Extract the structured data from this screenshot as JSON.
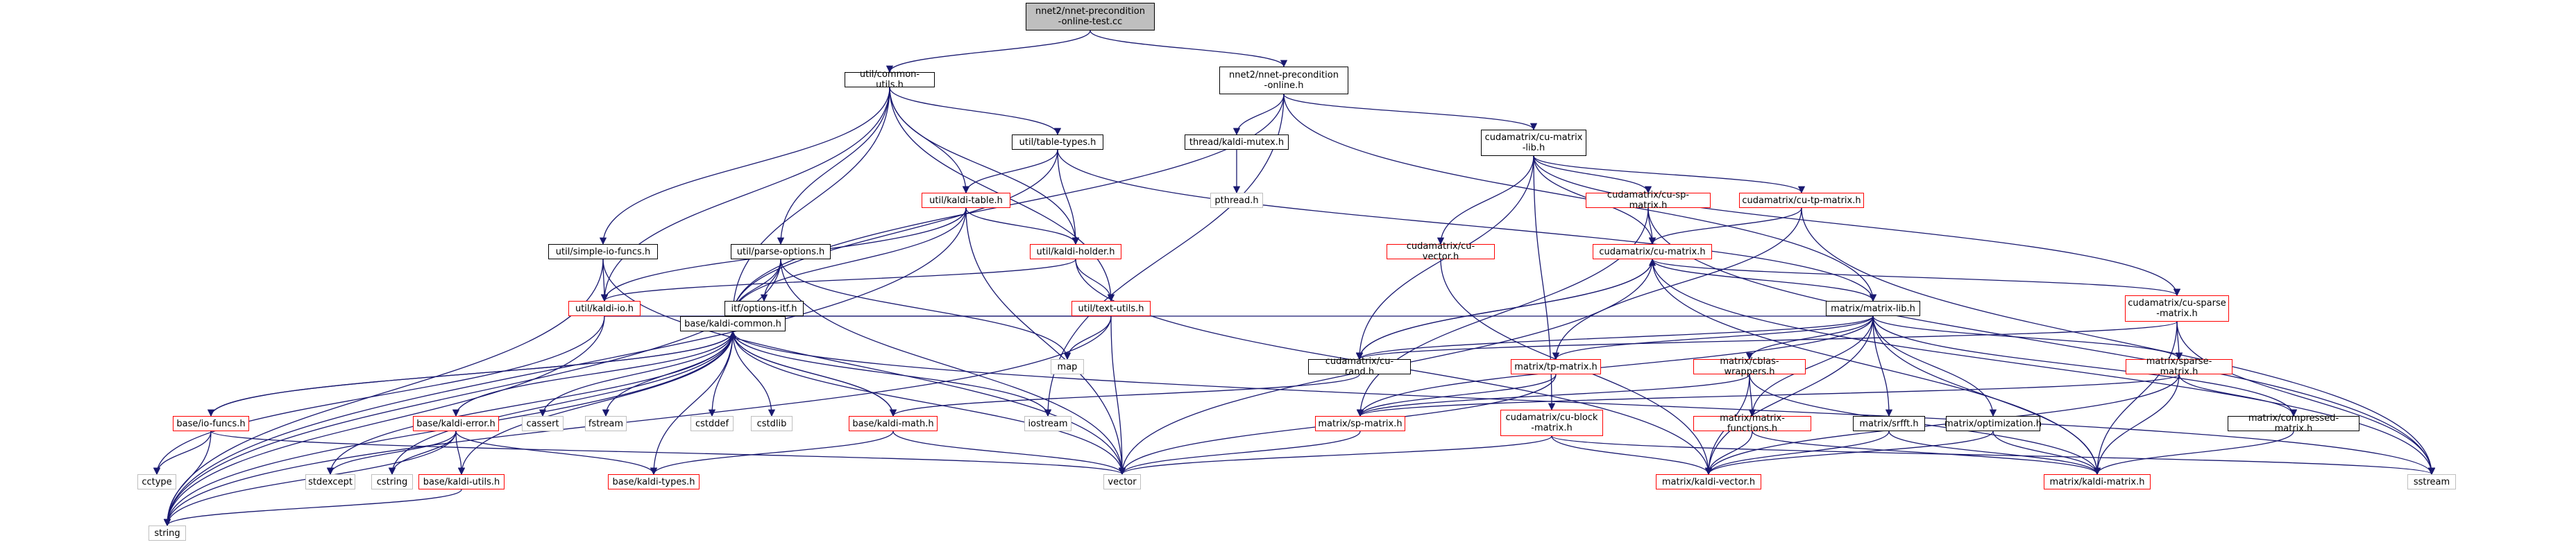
{
  "colors": {
    "edge": "#191970",
    "edge_alt": "#000080",
    "node_border": "#000000",
    "node_border_missing": "#ff0000",
    "node_border_system": "#bfbfbf",
    "root_fill": "#bfbfbf",
    "background": "#ffffff"
  },
  "nodes": [
    {
      "id": "root",
      "label": "nnet2/nnet-precondition\n-online-test.cc",
      "style": "root"
    },
    {
      "id": "cu",
      "label": "util/common-utils.h",
      "style": "normal"
    },
    {
      "id": "npo",
      "label": "nnet2/nnet-precondition\n-online.h",
      "style": "normal"
    },
    {
      "id": "tt",
      "label": "util/table-types.h",
      "style": "normal"
    },
    {
      "id": "kmutex",
      "label": "thread/kaldi-mutex.h",
      "style": "normal"
    },
    {
      "id": "cml",
      "label": "cudamatrix/cu-matrix\n-lib.h",
      "style": "normal"
    },
    {
      "id": "pthread",
      "label": "pthread.h",
      "style": "system"
    },
    {
      "id": "ktable",
      "label": "util/kaldi-table.h",
      "style": "missing"
    },
    {
      "id": "sif",
      "label": "util/simple-io-funcs.h",
      "style": "normal"
    },
    {
      "id": "po",
      "label": "util/parse-options.h",
      "style": "normal"
    },
    {
      "id": "kholder",
      "label": "util/kaldi-holder.h",
      "style": "missing"
    },
    {
      "id": "cuvec",
      "label": "cudamatrix/cu-vector.h",
      "style": "missing"
    },
    {
      "id": "cusp",
      "label": "cudamatrix/cu-sp-matrix.h",
      "style": "missing"
    },
    {
      "id": "cutp",
      "label": "cudamatrix/cu-tp-matrix.h",
      "style": "missing"
    },
    {
      "id": "cumat",
      "label": "cudamatrix/cu-matrix.h",
      "style": "missing"
    },
    {
      "id": "itf",
      "label": "itf/options-itf.h",
      "style": "normal"
    },
    {
      "id": "kio",
      "label": "util/kaldi-io.h",
      "style": "missing"
    },
    {
      "id": "textutils",
      "label": "util/text-utils.h",
      "style": "missing"
    },
    {
      "id": "mlib",
      "label": "matrix/matrix-lib.h",
      "style": "normal"
    },
    {
      "id": "cusparse",
      "label": "cudamatrix/cu-sparse\n-matrix.h",
      "style": "missing"
    },
    {
      "id": "map",
      "label": "map",
      "style": "system"
    },
    {
      "id": "kcommon",
      "label": "base/kaldi-common.h",
      "style": "normal"
    },
    {
      "id": "curand",
      "label": "cudamatrix/cu-rand.h",
      "style": "normal"
    },
    {
      "id": "tpm",
      "label": "matrix/tp-matrix.h",
      "style": "missing"
    },
    {
      "id": "cblas",
      "label": "matrix/cblas-wrappers.h",
      "style": "missing"
    },
    {
      "id": "sparse",
      "label": "matrix/sparse-matrix.h",
      "style": "missing"
    },
    {
      "id": "iofuncs",
      "label": "base/io-funcs.h",
      "style": "missing"
    },
    {
      "id": "cassert",
      "label": "cassert",
      "style": "system"
    },
    {
      "id": "fstream",
      "label": "fstream",
      "style": "system"
    },
    {
      "id": "cstddef",
      "label": "cstddef",
      "style": "system"
    },
    {
      "id": "cstdlib",
      "label": "cstdlib",
      "style": "system"
    },
    {
      "id": "kmath",
      "label": "base/kaldi-math.h",
      "style": "missing"
    },
    {
      "id": "iostream",
      "label": "iostream",
      "style": "system"
    },
    {
      "id": "kerror",
      "label": "base/kaldi-error.h",
      "style": "missing"
    },
    {
      "id": "spm",
      "label": "matrix/sp-matrix.h",
      "style": "missing"
    },
    {
      "id": "cublock",
      "label": "cudamatrix/cu-block\n-matrix.h",
      "style": "missing"
    },
    {
      "id": "mfunc",
      "label": "matrix/matrix-functions.h",
      "style": "missing"
    },
    {
      "id": "srfft",
      "label": "matrix/srfft.h",
      "style": "normal"
    },
    {
      "id": "opt",
      "label": "matrix/optimization.h",
      "style": "normal"
    },
    {
      "id": "comp",
      "label": "matrix/compressed-matrix.h",
      "style": "normal"
    },
    {
      "id": "cctype",
      "label": "cctype",
      "style": "system"
    },
    {
      "id": "stdexcept",
      "label": "stdexcept",
      "style": "system"
    },
    {
      "id": "cstring",
      "label": "cstring",
      "style": "system"
    },
    {
      "id": "kutils",
      "label": "base/kaldi-utils.h",
      "style": "missing"
    },
    {
      "id": "ktypes",
      "label": "base/kaldi-types.h",
      "style": "missing"
    },
    {
      "id": "vector",
      "label": "vector",
      "style": "system"
    },
    {
      "id": "kvec",
      "label": "matrix/kaldi-vector.h",
      "style": "missing"
    },
    {
      "id": "kmat",
      "label": "matrix/kaldi-matrix.h",
      "style": "missing"
    },
    {
      "id": "sstream",
      "label": "sstream",
      "style": "system"
    },
    {
      "id": "string",
      "label": "string",
      "style": "system"
    }
  ],
  "edges": [
    [
      "root",
      "cu"
    ],
    [
      "root",
      "npo"
    ],
    [
      "cu",
      "tt"
    ],
    [
      "cu",
      "ktable"
    ],
    [
      "cu",
      "sif"
    ],
    [
      "cu",
      "po"
    ],
    [
      "cu",
      "kholder"
    ],
    [
      "cu",
      "kio"
    ],
    [
      "cu",
      "textutils"
    ],
    [
      "cu",
      "kcommon"
    ],
    [
      "npo",
      "kmutex"
    ],
    [
      "npo",
      "cml"
    ],
    [
      "npo",
      "kcommon"
    ],
    [
      "npo",
      "iostream"
    ],
    [
      "npo",
      "mlib"
    ],
    [
      "kmutex",
      "pthread"
    ],
    [
      "tt",
      "ktable"
    ],
    [
      "tt",
      "kholder"
    ],
    [
      "tt",
      "mlib"
    ],
    [
      "tt",
      "kcommon"
    ],
    [
      "ktable",
      "kholder"
    ],
    [
      "ktable",
      "kio"
    ],
    [
      "ktable",
      "kcommon"
    ],
    [
      "ktable",
      "vector"
    ],
    [
      "ktable",
      "string"
    ],
    [
      "sif",
      "kio"
    ],
    [
      "sif",
      "vector"
    ],
    [
      "sif",
      "string"
    ],
    [
      "po",
      "itf"
    ],
    [
      "po",
      "kcommon"
    ],
    [
      "po",
      "map"
    ],
    [
      "po",
      "vector"
    ],
    [
      "po",
      "string"
    ],
    [
      "kholder",
      "kio"
    ],
    [
      "kholder",
      "textutils"
    ],
    [
      "kholder",
      "kvec"
    ],
    [
      "itf",
      "kcommon"
    ],
    [
      "kio",
      "kcommon"
    ],
    [
      "kio",
      "cctype"
    ],
    [
      "kio",
      "string"
    ],
    [
      "textutils",
      "kcommon"
    ],
    [
      "textutils",
      "map"
    ],
    [
      "textutils",
      "vector"
    ],
    [
      "textutils",
      "string"
    ],
    [
      "cml",
      "cuvec"
    ],
    [
      "cml",
      "cusp"
    ],
    [
      "cml",
      "cutp"
    ],
    [
      "cml",
      "cumat"
    ],
    [
      "cml",
      "curand"
    ],
    [
      "cml",
      "cublock"
    ],
    [
      "cml",
      "cusparse"
    ],
    [
      "cuvec",
      "kvec"
    ],
    [
      "cusp",
      "cumat"
    ],
    [
      "cusp",
      "spm"
    ],
    [
      "cusp",
      "sstream"
    ],
    [
      "cutp",
      "cumat"
    ],
    [
      "cutp",
      "tpm"
    ],
    [
      "cutp",
      "sstream"
    ],
    [
      "cumat",
      "mlib"
    ],
    [
      "cumat",
      "curand"
    ],
    [
      "cumat",
      "cusparse"
    ],
    [
      "cumat",
      "vector"
    ],
    [
      "cumat",
      "sstream"
    ],
    [
      "cumat",
      "kmat"
    ],
    [
      "mlib",
      "kcommon"
    ],
    [
      "mlib",
      "curand"
    ],
    [
      "mlib",
      "tpm"
    ],
    [
      "mlib",
      "cblas"
    ],
    [
      "mlib",
      "sparse"
    ],
    [
      "mlib",
      "spm"
    ],
    [
      "mlib",
      "mfunc"
    ],
    [
      "mlib",
      "srfft"
    ],
    [
      "mlib",
      "opt"
    ],
    [
      "mlib",
      "comp"
    ],
    [
      "mlib",
      "kvec"
    ],
    [
      "mlib",
      "kmat"
    ],
    [
      "cusparse",
      "sparse"
    ],
    [
      "cusparse",
      "curand"
    ],
    [
      "cusparse",
      "sstream"
    ],
    [
      "cusparse",
      "kmat"
    ],
    [
      "curand",
      "cumat"
    ],
    [
      "curand",
      "kmath"
    ],
    [
      "tpm",
      "spm"
    ],
    [
      "tpm",
      "vector"
    ],
    [
      "cblas",
      "mfunc"
    ],
    [
      "cblas",
      "spm"
    ],
    [
      "cblas",
      "kvec"
    ],
    [
      "cblas",
      "kmat"
    ],
    [
      "sparse",
      "comp"
    ],
    [
      "sparse",
      "spm"
    ],
    [
      "sparse",
      "kvec"
    ],
    [
      "sparse",
      "kmat"
    ],
    [
      "kcommon",
      "iofuncs"
    ],
    [
      "kcommon",
      "cassert"
    ],
    [
      "kcommon",
      "fstream"
    ],
    [
      "kcommon",
      "cstddef"
    ],
    [
      "kcommon",
      "cstdlib"
    ],
    [
      "kcommon",
      "kmath"
    ],
    [
      "kcommon",
      "iostream"
    ],
    [
      "kcommon",
      "kerror"
    ],
    [
      "kcommon",
      "kutils"
    ],
    [
      "kcommon",
      "ktypes"
    ],
    [
      "kcommon",
      "stdexcept"
    ],
    [
      "kcommon",
      "cstring"
    ],
    [
      "kcommon",
      "vector"
    ],
    [
      "kcommon",
      "string"
    ],
    [
      "kcommon",
      "sstream"
    ],
    [
      "iofuncs",
      "kcommon"
    ],
    [
      "iofuncs",
      "cctype"
    ],
    [
      "iofuncs",
      "string"
    ],
    [
      "iofuncs",
      "vector"
    ],
    [
      "kmath",
      "kcommon"
    ],
    [
      "kmath",
      "ktypes"
    ],
    [
      "kmath",
      "vector"
    ],
    [
      "kerror",
      "stdexcept"
    ],
    [
      "kerror",
      "cstring"
    ],
    [
      "kerror",
      "kutils"
    ],
    [
      "kerror",
      "ktypes"
    ],
    [
      "kerror",
      "string"
    ],
    [
      "kutils",
      "string"
    ],
    [
      "spm",
      "vector"
    ],
    [
      "cublock",
      "vector"
    ],
    [
      "cublock",
      "kvec"
    ],
    [
      "cublock",
      "sstream"
    ],
    [
      "mfunc",
      "kvec"
    ],
    [
      "mfunc",
      "kmat"
    ],
    [
      "srfft",
      "kvec"
    ],
    [
      "srfft",
      "kmat"
    ],
    [
      "opt",
      "kvec"
    ],
    [
      "opt",
      "kmat"
    ],
    [
      "comp",
      "kmat"
    ]
  ]
}
